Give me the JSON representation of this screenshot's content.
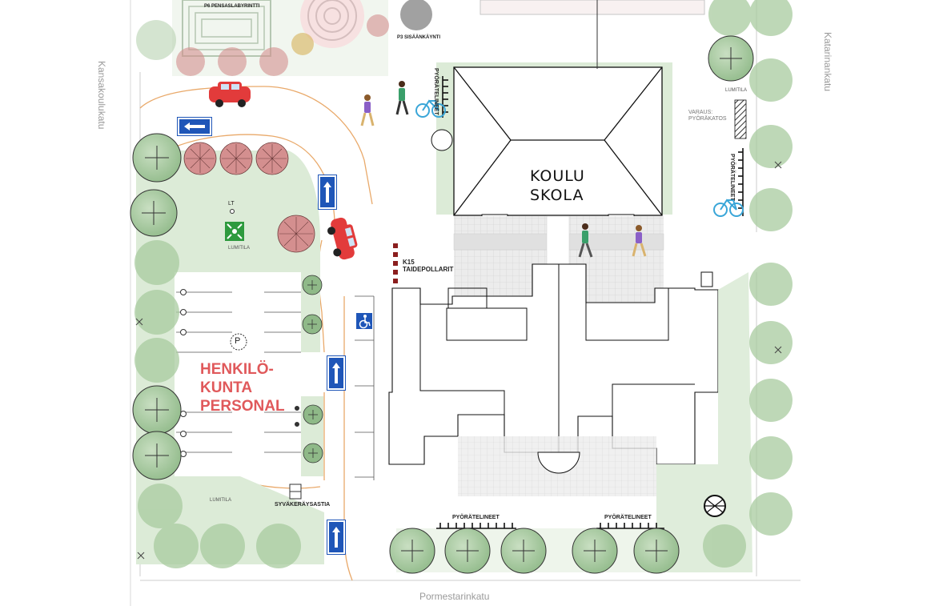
{
  "streets": {
    "west": "Kansakoulukatu",
    "east": "Katarinankatu",
    "south": "Pormestarinkatu"
  },
  "building": {
    "line1": "KOULU",
    "line2": "SKOLA"
  },
  "parking": {
    "line1": "HENKILÖ-",
    "line2": "KUNTA",
    "line3": "PERSONAL",
    "p_symbol": "P"
  },
  "labels": {
    "entrance_p6": "P6 PENSASLABYRINTTI",
    "entrance_p3": "P3 SISÄÄNKÄYNTI",
    "bike_parking_top": "PYÖRÄTELINEET",
    "reservation_line1": "VARAUS:",
    "reservation_line2": "PYÖRÄKATOS",
    "bike_racks_east": "PYÖRÄTELINEET",
    "art_bollards_code": "K15",
    "art_bollards": "TAIDEPOLLARIT",
    "deep_waste": "SYVÄKERÄYSASTIA",
    "bike_racks_south_1": "PYÖRÄTELINEET",
    "bike_racks_south_2": "PYÖRÄTELINEET",
    "lt": "LT",
    "lumitila_1": "LUMITILA",
    "lumitila_2": "LUMITILA",
    "lumitila_3": "LUMITILA"
  },
  "colors": {
    "lawn": "#dcebd7",
    "tree_fill": "#a9cba0",
    "shrub_pink": "#d48f8f",
    "road_edge": "#e9a96a",
    "sign_blue": "#1f56b8",
    "car_red": "#e23b3b",
    "staff_text": "#e0595b",
    "paving": "#e4e4e4"
  },
  "icons": {
    "parking_sign": "wheelchair-icon",
    "assembly": "assembly-point-icon",
    "bike": "bicycle-icon"
  }
}
